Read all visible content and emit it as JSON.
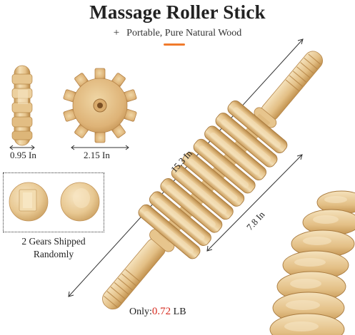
{
  "header": {
    "title": "Massage Roller Stick",
    "subtitle": "Portable, Pure Natural Wood",
    "plus_symbol": "+"
  },
  "dimensions": {
    "side_width": "0.95 In",
    "gear_diameter": "2.15 In",
    "total_length": "15.3 In",
    "roller_length": "7.8 In"
  },
  "gears_note": {
    "line1": "2 Gears Shipped",
    "line2": "Randomly"
  },
  "weight": {
    "label": "Only:",
    "value": "0.72",
    "unit": "LB"
  },
  "colors": {
    "wood_light": "#f2dcb0",
    "wood_mid": "#e2bd82",
    "wood_dark": "#c79a5a",
    "accent": "#f07a2c",
    "weight_value": "#d62a1e"
  }
}
